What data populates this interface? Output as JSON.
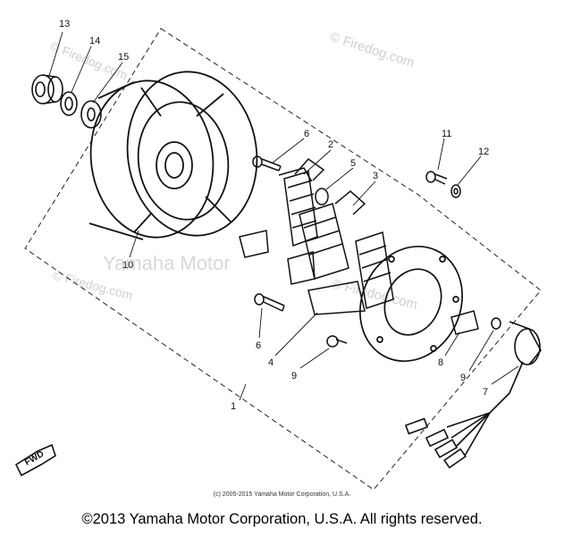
{
  "callouts": {
    "c1": "1",
    "c2": "2",
    "c3": "3",
    "c4": "4",
    "c5": "5",
    "c6a": "6",
    "c6b": "6",
    "c7": "7",
    "c8": "8",
    "c9a": "9",
    "c9b": "9",
    "c10": "10",
    "c11": "11",
    "c12": "12",
    "c13": "13",
    "c14": "14",
    "c15": "15"
  },
  "fwd_label": "FWD",
  "watermarks": {
    "firedog": "© Firedog.com",
    "yamaha": "Yamaha Motor"
  },
  "fine_print": "(c) 2005-2015 Yamaha Motor Corporation, U.S.A.",
  "copyright": "©2013 Yamaha Motor Corporation, U.S.A. All rights reserved."
}
